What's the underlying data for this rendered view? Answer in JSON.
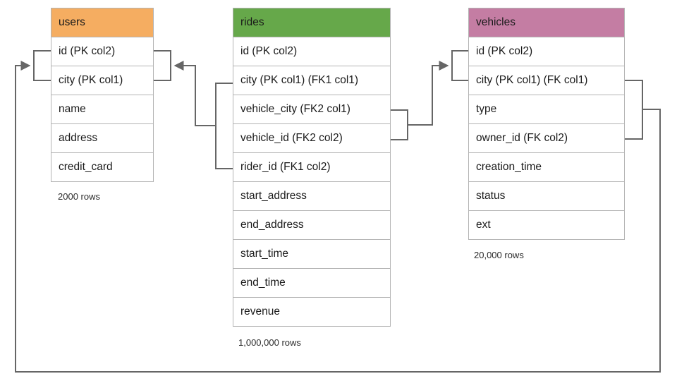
{
  "diagram": {
    "title": "",
    "line_color": "#666666",
    "border_color": "#b3b3b3",
    "background": "#ffffff",
    "tables": [
      {
        "name": "users",
        "header_color": "#f5ad61",
        "row_count_label": "2000 rows",
        "fields": [
          "id (PK col2)",
          "city (PK col1)",
          "name",
          "address",
          "credit_card"
        ]
      },
      {
        "name": "rides",
        "header_color": "#66a84a",
        "row_count_label": "1,000,000 rows",
        "fields": [
          "id (PK col2)",
          "city (PK col1) (FK1 col1)",
          "vehicle_city (FK2 col1)",
          "vehicle_id (FK2 col2)",
          "rider_id (FK1 col2)",
          "start_address",
          "end_address",
          "start_time",
          "end_time",
          "revenue"
        ]
      },
      {
        "name": "vehicles",
        "header_color": "#c47da3",
        "row_count_label": "20,000 rows",
        "fields": [
          "id (PK col2)",
          "city (PK col1) (FK col1)",
          "type",
          "owner_id (FK col2)",
          "creation_time",
          "status",
          "ext"
        ]
      }
    ],
    "relationships": [
      {
        "name": "rides-fk1-to-users",
        "from_table": "rides",
        "from_fields": [
          "city (PK col1) (FK1 col1)",
          "rider_id (FK1 col2)"
        ],
        "to_table": "users",
        "to_fields": [
          "id (PK col2)",
          "city (PK col1)"
        ],
        "arrow": "to-users"
      },
      {
        "name": "rides-fk2-to-vehicles",
        "from_table": "rides",
        "from_fields": [
          "vehicle_city (FK2 col1)",
          "vehicle_id (FK2 col2)"
        ],
        "to_table": "vehicles",
        "to_fields": [
          "id (PK col2)",
          "city (PK col1) (FK col1)"
        ],
        "arrow": "to-vehicles"
      },
      {
        "name": "vehicles-fk-to-users",
        "from_table": "vehicles",
        "from_fields": [
          "city (PK col1) (FK col1)",
          "owner_id (FK col2)"
        ],
        "to_table": "users",
        "to_fields": [
          "id (PK col2)",
          "city (PK col1)"
        ],
        "arrow": "to-users"
      }
    ]
  }
}
